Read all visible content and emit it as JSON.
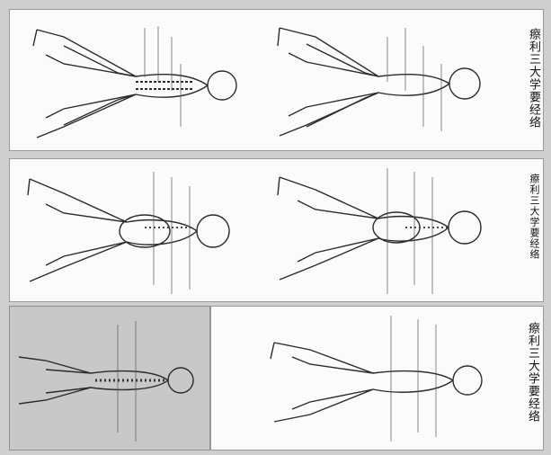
{
  "captions": {
    "panel1": "瘵利三大学要经络",
    "panel2": "瘵利三大学要经络",
    "panel3": "瘵利三大学要经络"
  },
  "colors": {
    "line": "#2b2b2b",
    "paper": "#fbfbfb",
    "shade": "#c8c8c8"
  }
}
